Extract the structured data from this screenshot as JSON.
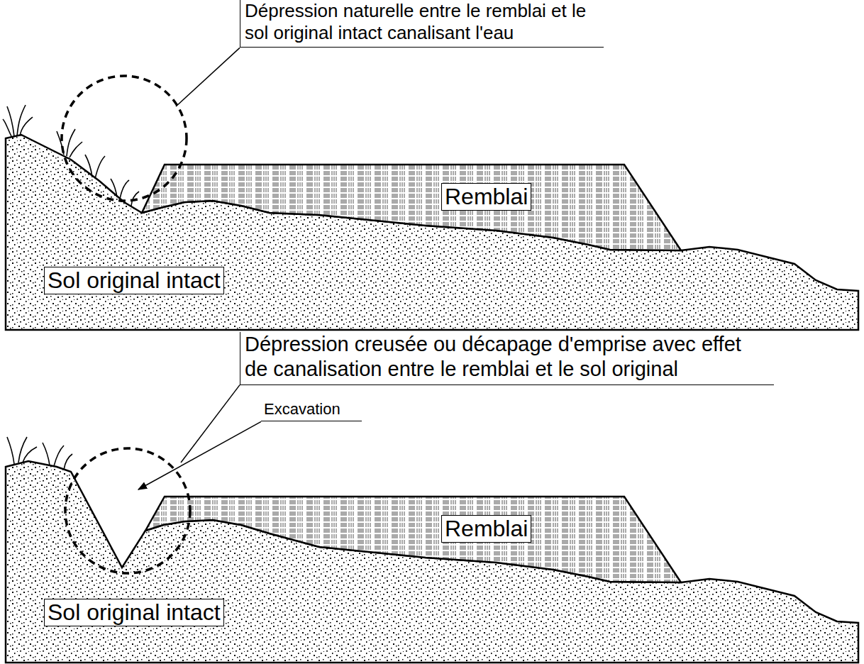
{
  "diagram": {
    "labels": [
      "Dépression naturelle entre le remblai et le sol original intact canalisant l'eau",
      "Remblai",
      "Sol original intact",
      "Dépression creusée ou décapage d'emprise avec effet de canalisation entre le remblai et le sol original",
      "Excavation",
      "Remblai",
      "Sol original intact"
    ]
  }
}
